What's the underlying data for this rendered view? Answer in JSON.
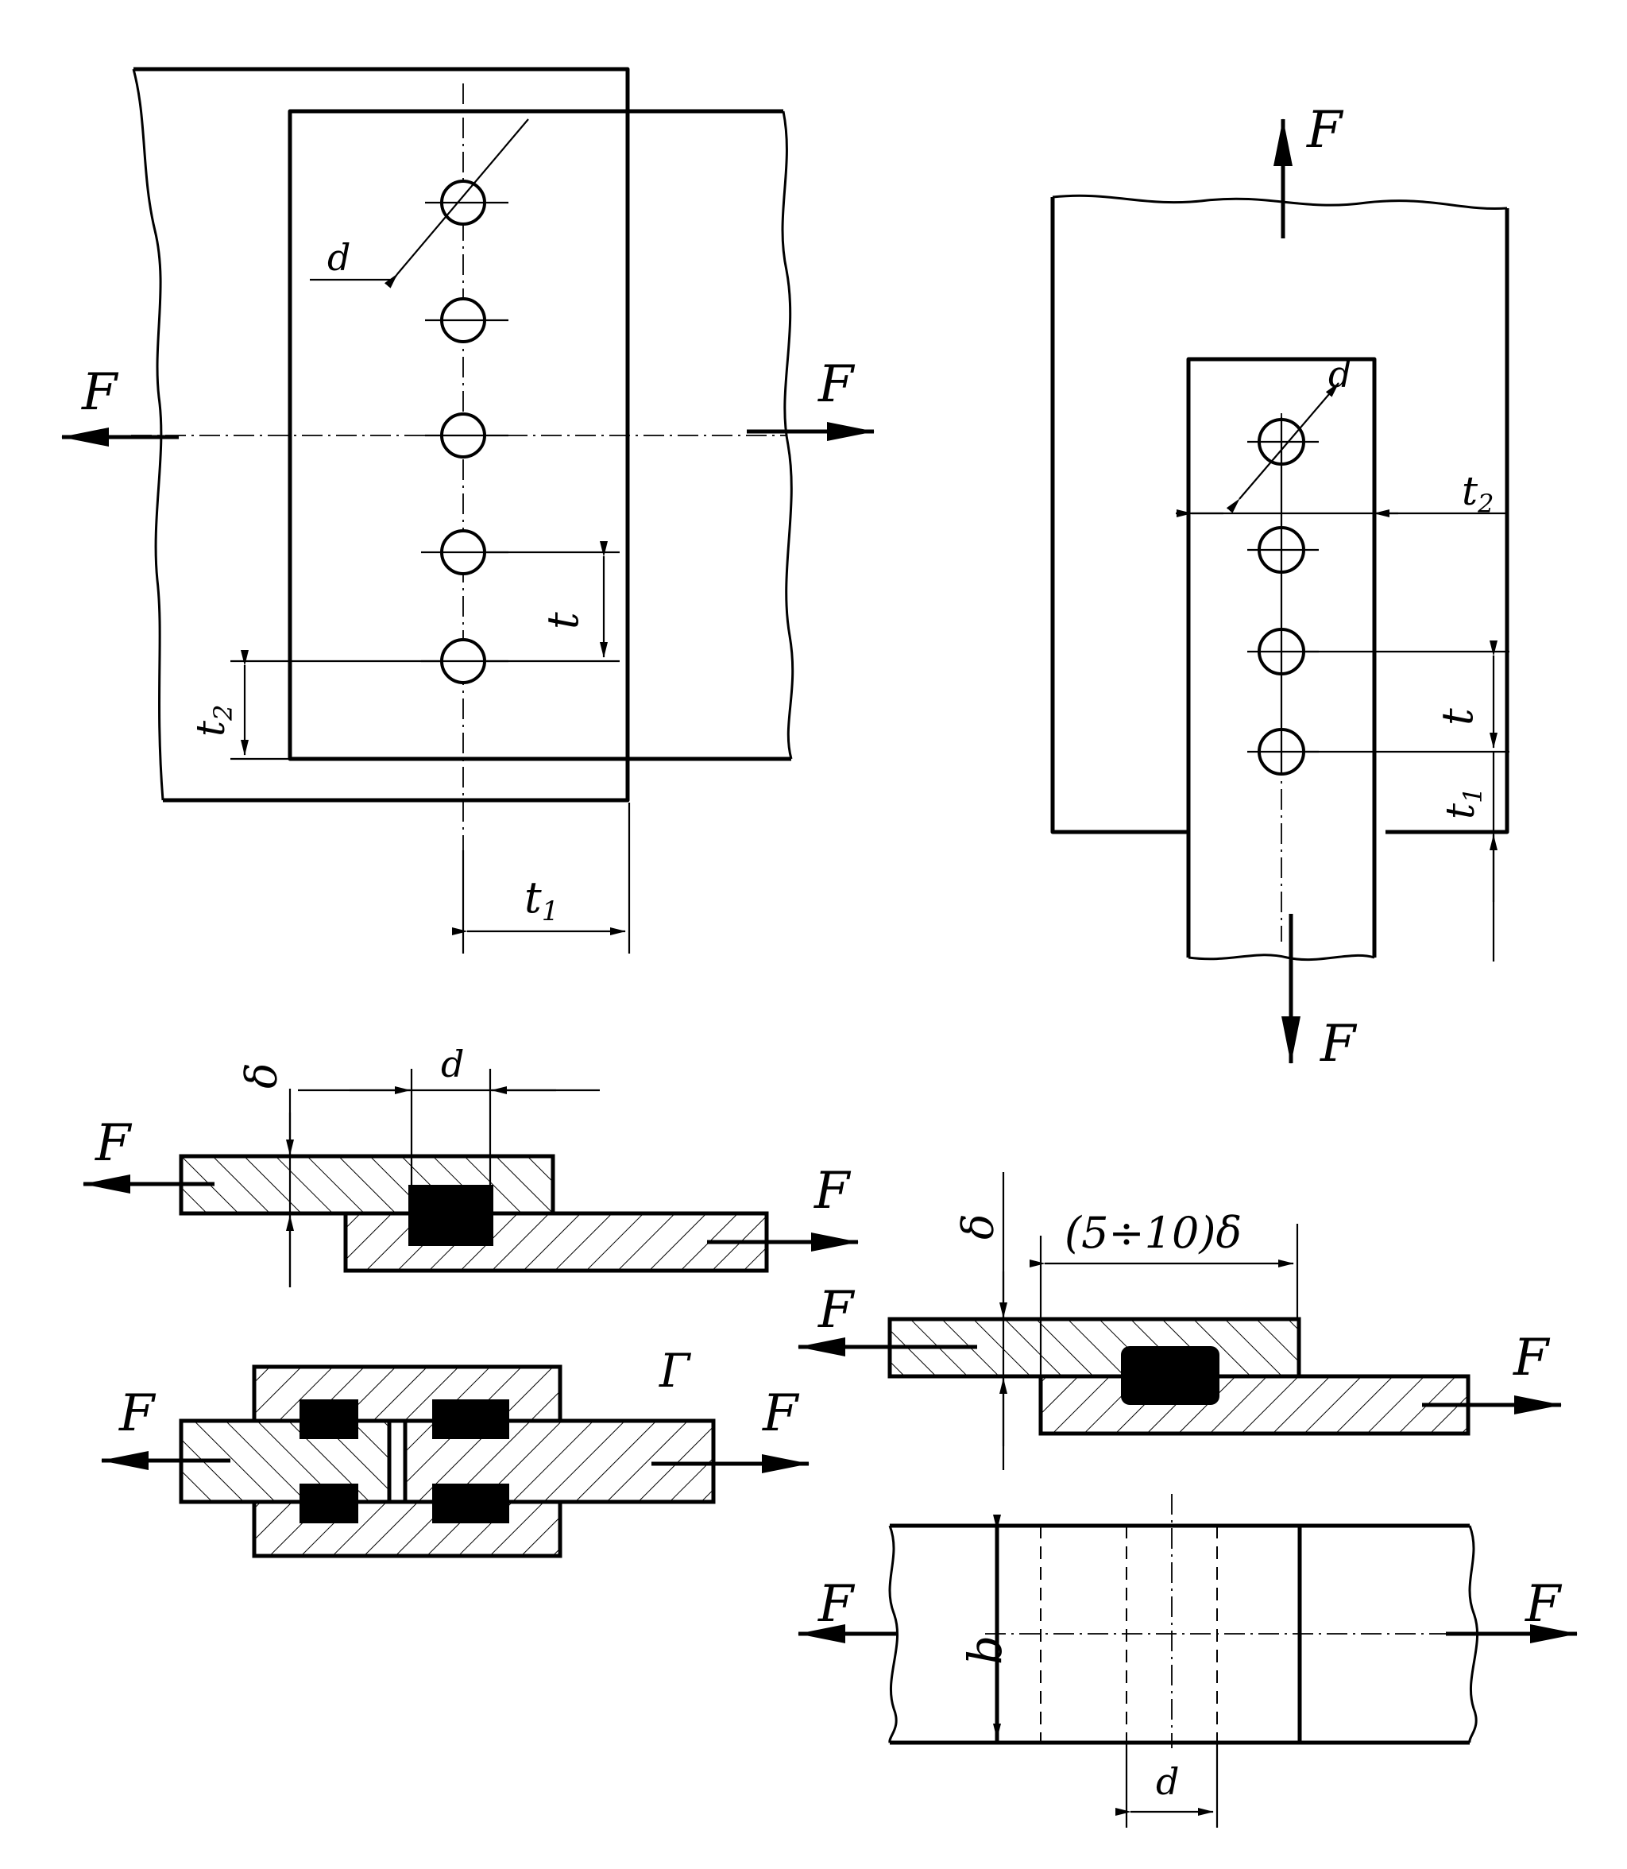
{
  "labels": {
    "force": "F",
    "diameter": "d",
    "pitch": "t",
    "edge_distance_1": "t",
    "edge_distance_1_sub": "1",
    "edge_distance_2": "t",
    "edge_distance_2_sub": "2",
    "thickness": "δ",
    "width": "b",
    "overlap": "(5÷10)δ",
    "view_mark": "Г"
  }
}
